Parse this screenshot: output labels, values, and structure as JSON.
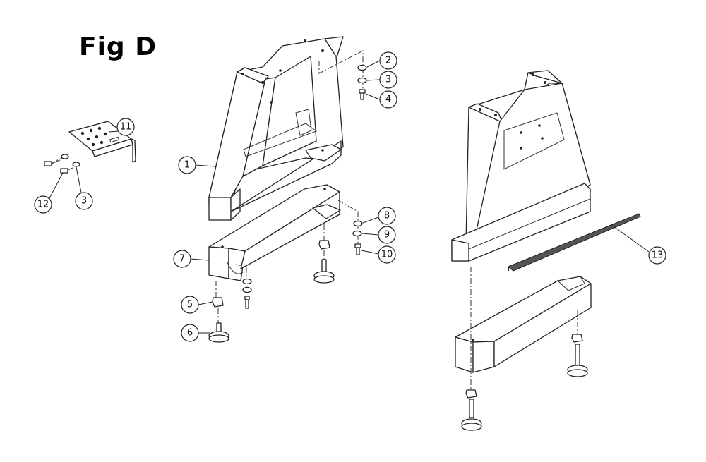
{
  "figure": {
    "title": "Fig D"
  },
  "callouts": [
    {
      "id": "c1",
      "label": "1"
    },
    {
      "id": "c2",
      "label": "2"
    },
    {
      "id": "c3a",
      "label": "3"
    },
    {
      "id": "c4",
      "label": "4"
    },
    {
      "id": "c11",
      "label": "11"
    },
    {
      "id": "c12",
      "label": "12"
    },
    {
      "id": "c3b",
      "label": "3"
    },
    {
      "id": "c7",
      "label": "7"
    },
    {
      "id": "c8",
      "label": "8"
    },
    {
      "id": "c9",
      "label": "9"
    },
    {
      "id": "c10",
      "label": "10"
    },
    {
      "id": "c5",
      "label": "5"
    },
    {
      "id": "c6",
      "label": "6"
    },
    {
      "id": "c13",
      "label": "13"
    }
  ]
}
